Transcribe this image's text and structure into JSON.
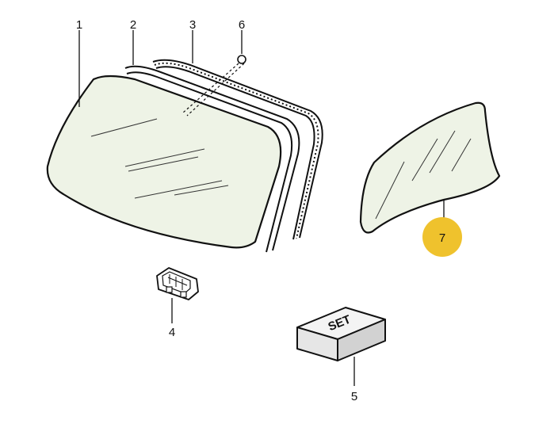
{
  "parts": [
    {
      "id": "1",
      "label": "1",
      "item": "windshield"
    },
    {
      "id": "2",
      "label": "2",
      "item": "inner-trim-strip"
    },
    {
      "id": "3",
      "label": "3",
      "item": "outer-seal-strip"
    },
    {
      "id": "4",
      "label": "4",
      "item": "mirror-mount"
    },
    {
      "id": "5",
      "label": "5",
      "item": "adhesive-set-box"
    },
    {
      "id": "6",
      "label": "6",
      "item": "pin"
    },
    {
      "id": "7",
      "label": "7",
      "item": "side-window",
      "highlighted": true
    }
  ],
  "set_box_text": "SET",
  "colors": {
    "highlight": "#efc22d",
    "glass_tint": "#eef3e6",
    "line": "#111111"
  }
}
